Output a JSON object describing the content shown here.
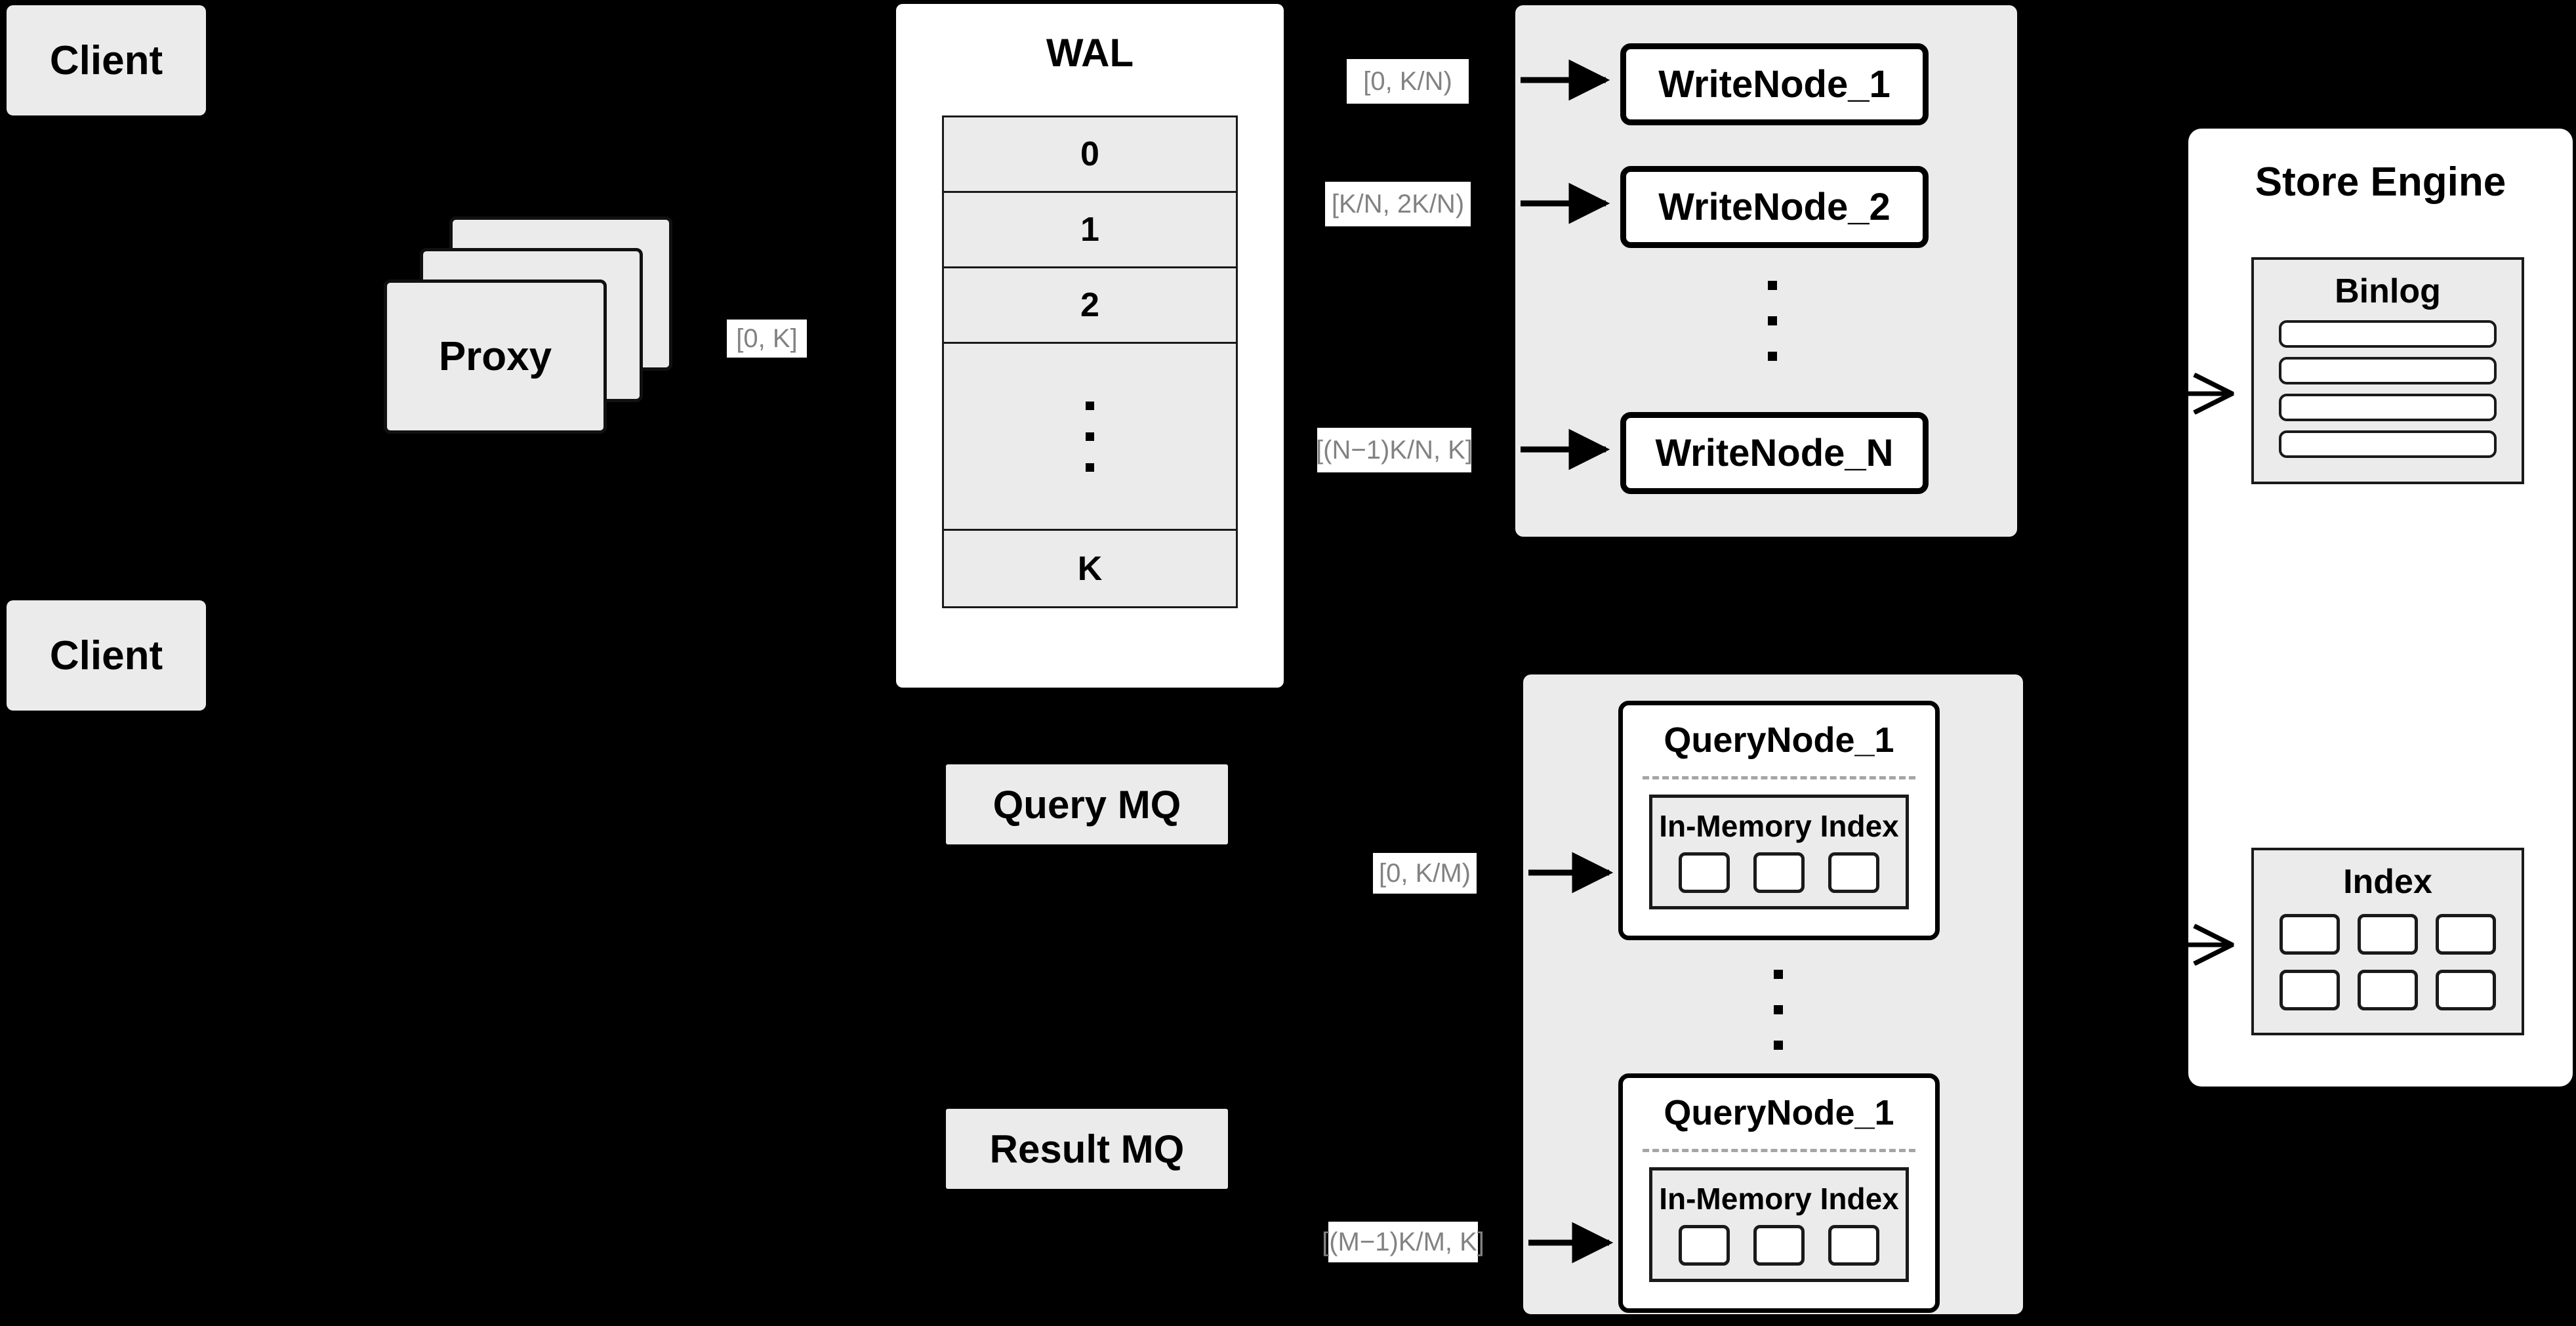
{
  "diagram": {
    "title": "Distributed Write/Query Architecture",
    "background_color": "#000000",
    "block_fill": "#ebebeb",
    "panel_fill": "#ffffff",
    "label_text_color": "#828282"
  },
  "clients": [
    {
      "label": "Client"
    },
    {
      "label": "Client"
    }
  ],
  "proxy": {
    "label": "Proxy",
    "stack_count": 3
  },
  "wal": {
    "title": "WAL",
    "rows": [
      "0",
      "1",
      "2",
      "⋮",
      "K"
    ],
    "ellipsis_row_index": 3
  },
  "mq": {
    "query": "Query MQ",
    "result": "Result MQ"
  },
  "write_group": {
    "nodes": [
      {
        "label": "WriteNode_1"
      },
      {
        "label": "WriteNode_2"
      },
      {
        "label": "WriteNode_N"
      }
    ],
    "ellipsis": "⋮"
  },
  "query_group": {
    "nodes": [
      {
        "label": "QueryNode_1",
        "index_title": "In-Memory Index",
        "cells": 3
      },
      {
        "label": "QueryNode_1",
        "index_title": "In-Memory Index",
        "cells": 3
      }
    ],
    "ellipsis": "⋮"
  },
  "store_engine": {
    "title": "Store Engine",
    "binlog": {
      "title": "Binlog",
      "rows": 4
    },
    "index": {
      "title": "Index",
      "cells": 6
    }
  },
  "range_labels": {
    "proxy_to_wal": "[0, K]",
    "write_1": "[0,  K/N)",
    "write_2": "[K/N, 2K/N)",
    "write_n": "[(N−1)K/N,  K]",
    "query_1": "[0, K/M)",
    "query_m": "[(M−1)K/M, K]"
  }
}
